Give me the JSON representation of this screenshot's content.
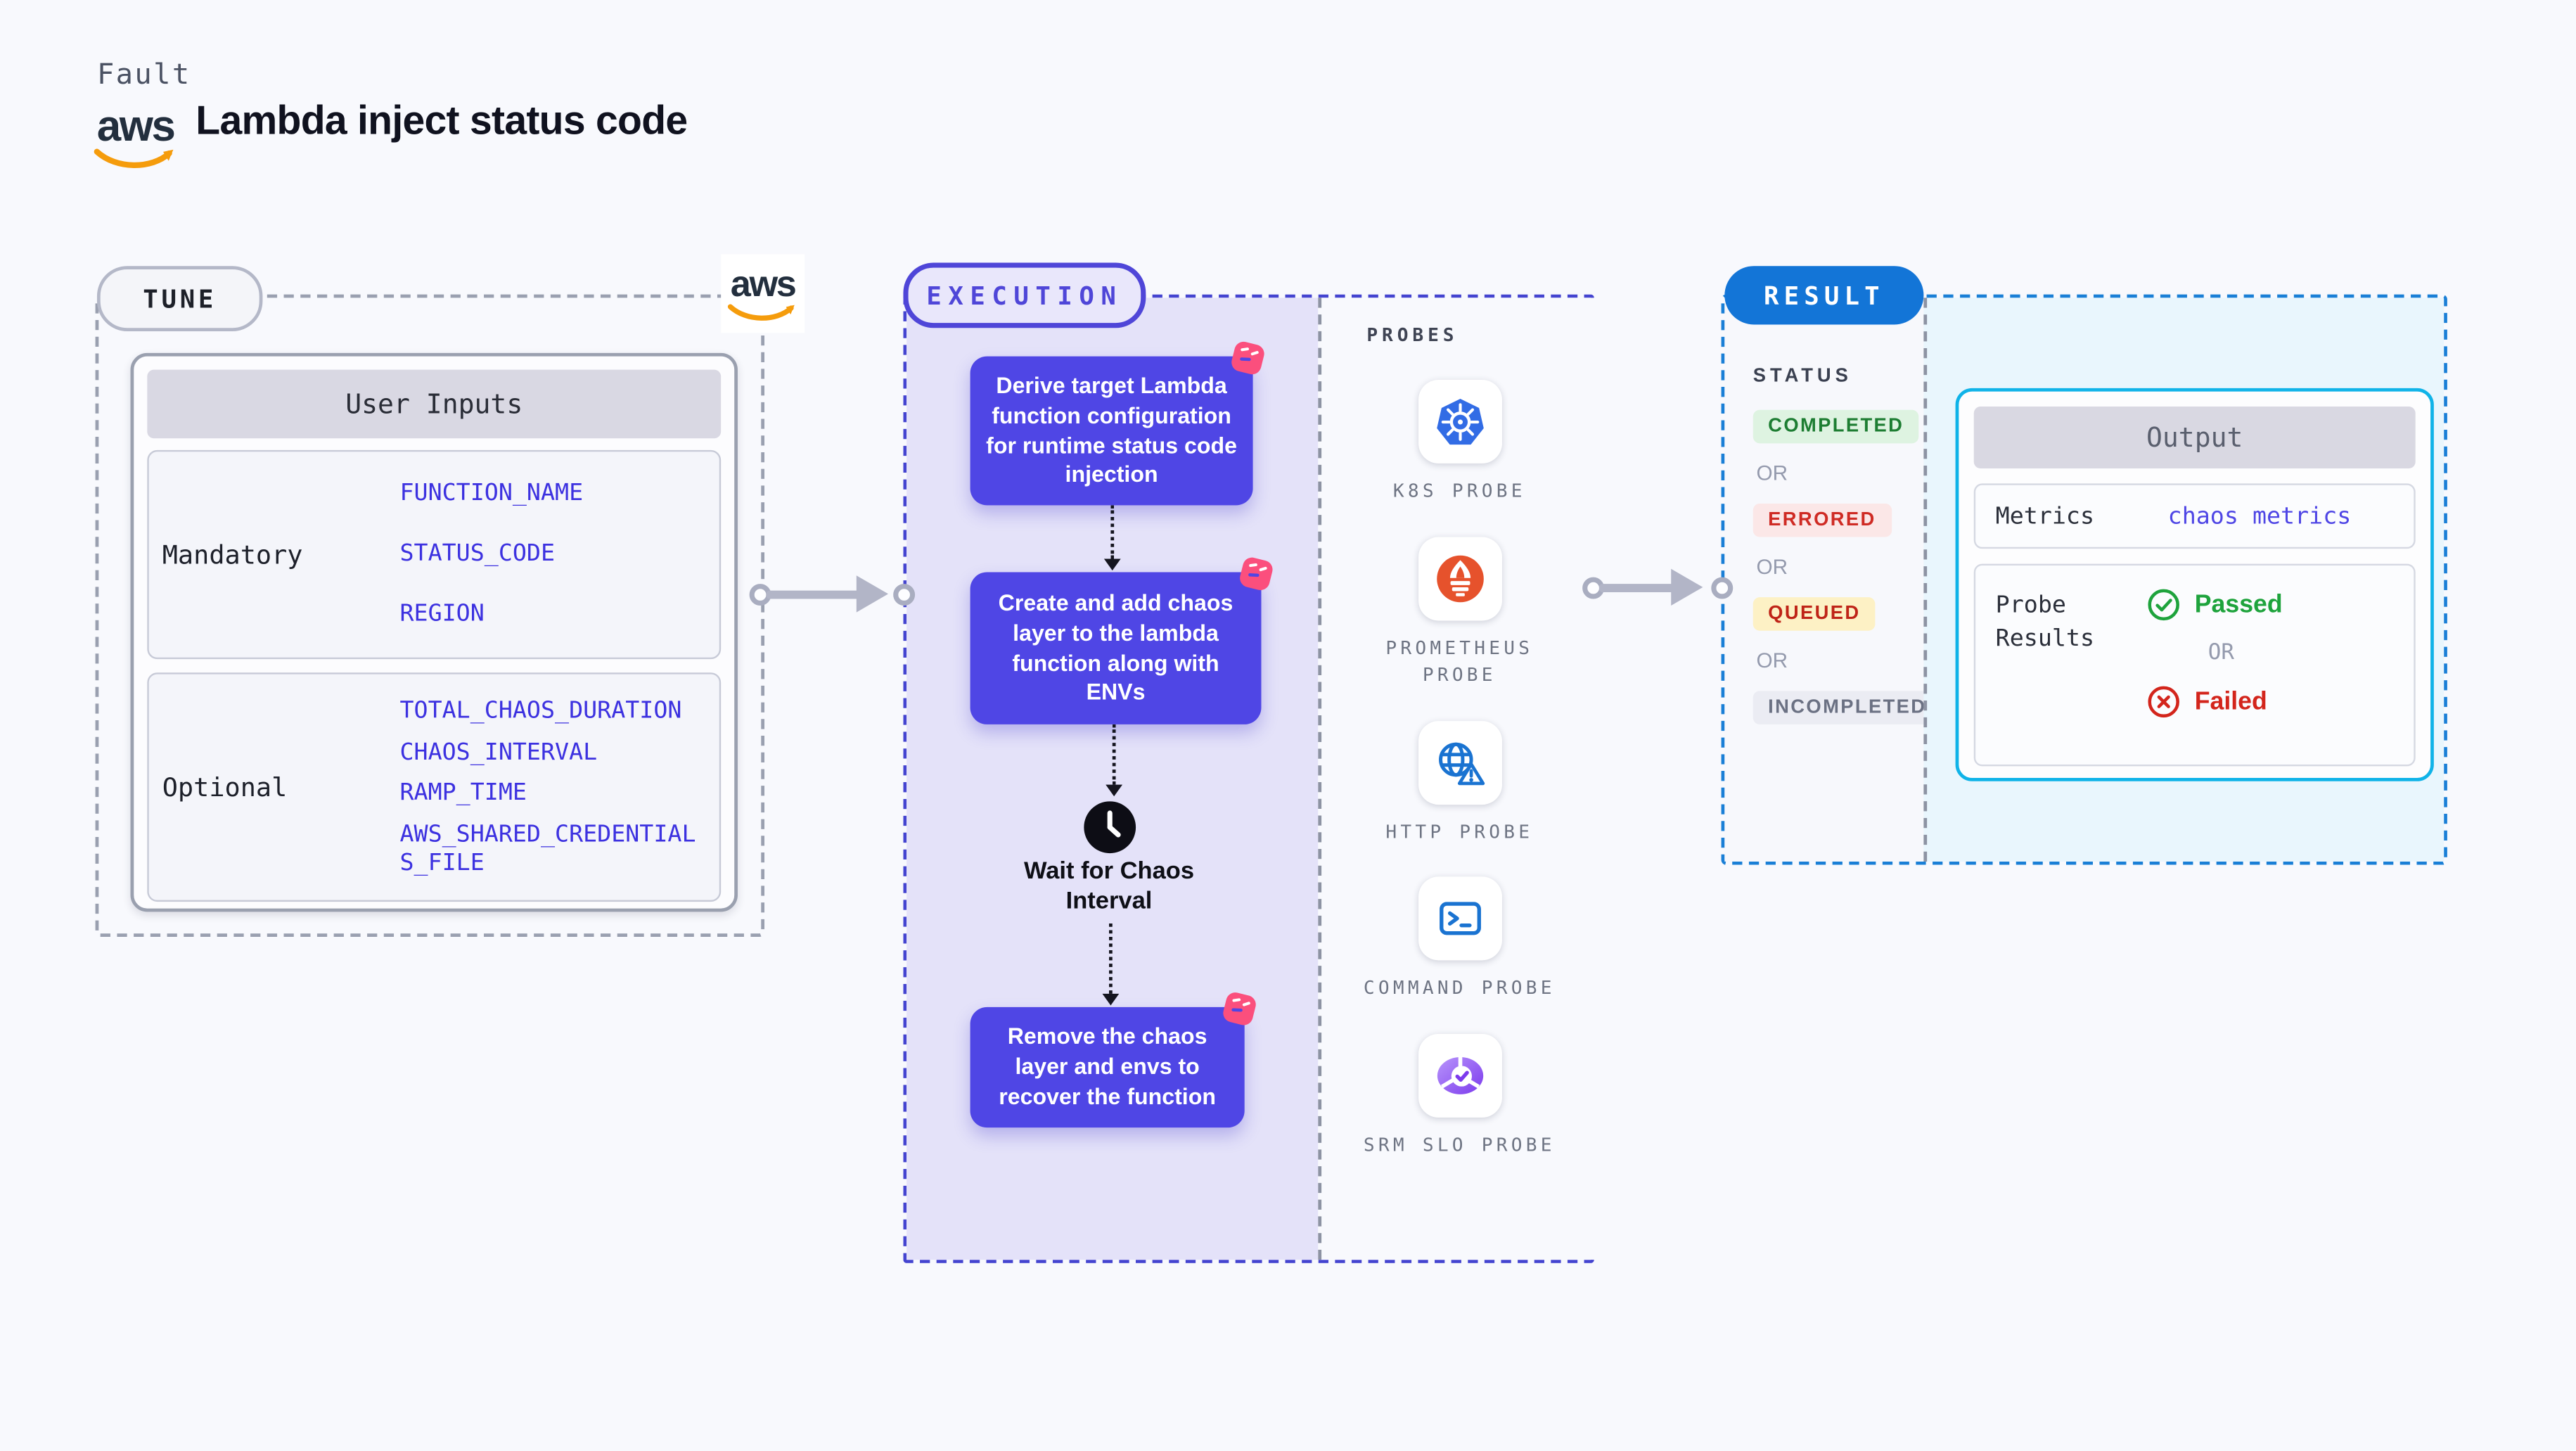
{
  "header": {
    "eyebrow": "Fault",
    "title": "Lambda inject status code",
    "aws_logo_text": "aws"
  },
  "tune": {
    "badge": "TUNE",
    "user_inputs": {
      "title": "User Inputs",
      "mandatory": {
        "label": "Mandatory",
        "fields": [
          "FUNCTION_NAME",
          "STATUS_CODE",
          "REGION"
        ]
      },
      "optional": {
        "label": "Optional",
        "fields": [
          "TOTAL_CHAOS_DURATION",
          "CHAOS_INTERVAL",
          "RAMP_TIME",
          "AWS_SHARED_CREDENTIALS_FILE"
        ]
      }
    }
  },
  "execution": {
    "badge": "EXECUTION",
    "steps": [
      "Derive target Lambda function configuration for runtime status code injection",
      "Create and add chaos layer to the lambda function along with ENVs",
      "Remove the chaos layer and envs to recover the function"
    ],
    "wait_label": "Wait for Chaos Interval"
  },
  "probes": {
    "title": "PROBES",
    "items": [
      {
        "label": "K8S PROBE",
        "icon": "kubernetes-icon"
      },
      {
        "label": "PROMETHEUS PROBE",
        "icon": "prometheus-icon"
      },
      {
        "label": "HTTP PROBE",
        "icon": "http-globe-warning-icon"
      },
      {
        "label": "COMMAND PROBE",
        "icon": "command-terminal-icon"
      },
      {
        "label": "SRM SLO PROBE",
        "icon": "srm-slo-donut-icon"
      }
    ]
  },
  "result": {
    "badge": "RESULT",
    "status": {
      "title": "STATUS",
      "or_label": "OR",
      "options": [
        {
          "label": "COMPLETED",
          "kind": "completed"
        },
        {
          "label": "ERRORED",
          "kind": "errored"
        },
        {
          "label": "QUEUED",
          "kind": "queued"
        },
        {
          "label": "INCOMPLETED",
          "kind": "incompleted"
        }
      ]
    },
    "output": {
      "title": "Output",
      "metrics_label": "Metrics",
      "metrics_value": "chaos metrics",
      "probe_results_label": "Probe Results",
      "passed_label": "Passed",
      "or_label": "OR",
      "failed_label": "Failed"
    }
  },
  "colors": {
    "page_bg": "#f8f9fd",
    "step_indigo": "#4f46e5",
    "execution_lavender": "#e4e2f9",
    "execution_border": "#4444d0",
    "chaos_pink": "#fb4f7d",
    "aws_orange": "#f59c0c",
    "kubernetes_blue": "#326ce5",
    "prometheus_orange": "#e6522c",
    "probe_icon_blue": "#1a73d1",
    "srm_purple": "#7c3aed",
    "result_blue": "#1375d7",
    "output_border": "#10b3e8",
    "result_body_bg": "#e9f6fd",
    "field_blue": "#3c31e0",
    "completed_green": "#1d7d32",
    "errored_red": "#cf2b24",
    "queued_red": "#bf2418",
    "incompleted_gray": "#6b7183",
    "passed_green": "#1ea33c",
    "failed_red": "#d3251c",
    "connector_gray": "#b2b5c7"
  }
}
